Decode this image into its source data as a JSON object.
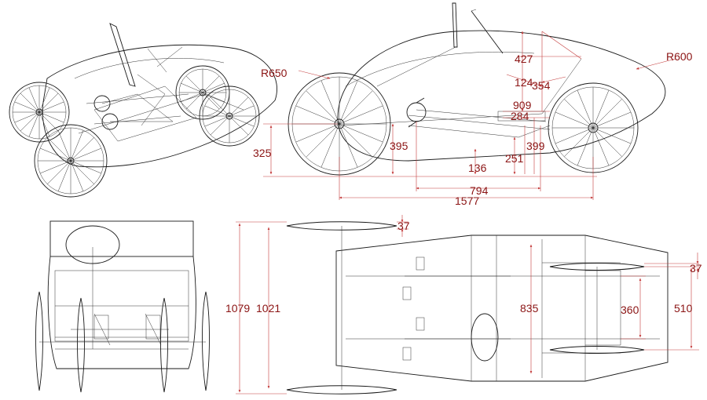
{
  "colors": {
    "line": "#1a1a1a",
    "dimension": "#8b1414",
    "background": "#ffffff"
  },
  "labels": {
    "r650": "R650",
    "r600": "R600",
    "d325": "325",
    "d395": "395",
    "d136": "136",
    "d251": "251",
    "d794": "794",
    "d1577": "1577",
    "d399": "399",
    "d427": "427",
    "d124": "124",
    "d354": "354",
    "d909": "909",
    "d284": "284",
    "d37a": "37",
    "d37b": "37",
    "d1079": "1079",
    "d1021": "1021",
    "d835": "835",
    "d360": "360",
    "d510": "510"
  }
}
